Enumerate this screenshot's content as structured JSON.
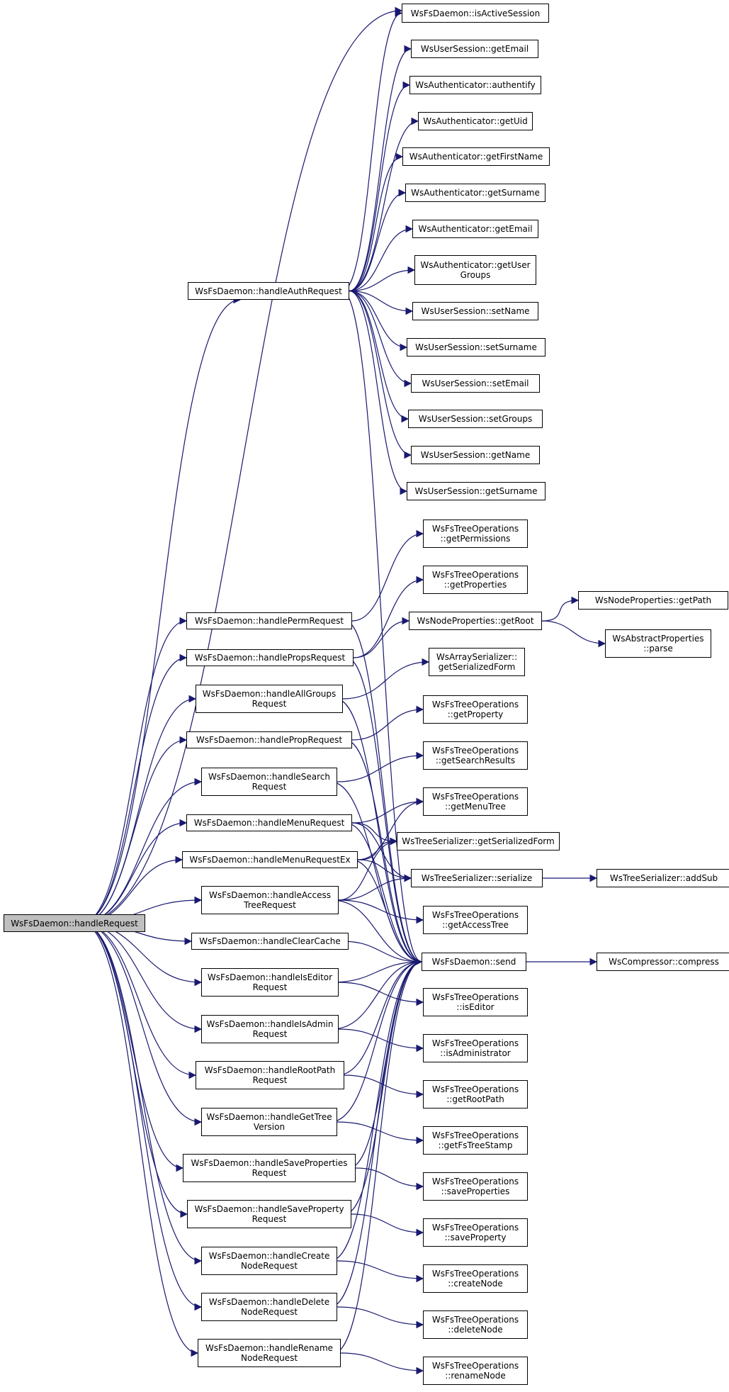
{
  "colors": {
    "edge": "#191970",
    "border": "#000000",
    "root_fill": "#bfbfbf",
    "node_fill": "#ffffff"
  },
  "nodes": [
    {
      "id": "root",
      "lines": [
        "WsFsDaemon::handleRequest"
      ],
      "root": true
    },
    {
      "id": "isActiveSession",
      "lines": [
        "WsFsDaemon::isActiveSession"
      ]
    },
    {
      "id": "usGetEmail",
      "lines": [
        "WsUserSession::getEmail"
      ]
    },
    {
      "id": "authenticate",
      "lines": [
        "WsAuthenticator::authentify"
      ]
    },
    {
      "id": "getUid",
      "lines": [
        "WsAuthenticator::getUid"
      ]
    },
    {
      "id": "getFirstName",
      "lines": [
        "WsAuthenticator::getFirstName"
      ]
    },
    {
      "id": "authGetSurname",
      "lines": [
        "WsAuthenticator::getSurname"
      ]
    },
    {
      "id": "authGetEmail",
      "lines": [
        "WsAuthenticator::getEmail"
      ]
    },
    {
      "id": "getUserGroups",
      "lines": [
        "WsAuthenticator::getUser",
        "Groups"
      ]
    },
    {
      "id": "setName",
      "lines": [
        "WsUserSession::setName"
      ]
    },
    {
      "id": "setSurname",
      "lines": [
        "WsUserSession::setSurname"
      ]
    },
    {
      "id": "setEmail",
      "lines": [
        "WsUserSession::setEmail"
      ]
    },
    {
      "id": "setGroups",
      "lines": [
        "WsUserSession::setGroups"
      ]
    },
    {
      "id": "usGetName",
      "lines": [
        "WsUserSession::getName"
      ]
    },
    {
      "id": "usGetSurname",
      "lines": [
        "WsUserSession::getSurname"
      ]
    },
    {
      "id": "handleAuth",
      "lines": [
        "WsFsDaemon::handleAuthRequest"
      ]
    },
    {
      "id": "getPermissions",
      "lines": [
        "WsFsTreeOperations",
        "::getPermissions"
      ]
    },
    {
      "id": "getProperties",
      "lines": [
        "WsFsTreeOperations",
        "::getProperties"
      ]
    },
    {
      "id": "getRoot",
      "lines": [
        "WsNodeProperties::getRoot"
      ]
    },
    {
      "id": "getPath",
      "lines": [
        "WsNodeProperties::getPath"
      ]
    },
    {
      "id": "parse",
      "lines": [
        "WsAbstractProperties",
        "::parse"
      ]
    },
    {
      "id": "arrSerialized",
      "lines": [
        "WsArraySerializer::",
        "getSerializedForm"
      ]
    },
    {
      "id": "getProperty",
      "lines": [
        "WsFsTreeOperations",
        "::getProperty"
      ]
    },
    {
      "id": "getSearchResults",
      "lines": [
        "WsFsTreeOperations",
        "::getSearchResults"
      ]
    },
    {
      "id": "getMenuTree",
      "lines": [
        "WsFsTreeOperations",
        "::getMenuTree"
      ]
    },
    {
      "id": "treeSerialized",
      "lines": [
        "WsTreeSerializer::getSerializedForm"
      ]
    },
    {
      "id": "serialize",
      "lines": [
        "WsTreeSerializer::serialize"
      ]
    },
    {
      "id": "addSub",
      "lines": [
        "WsTreeSerializer::addSub"
      ]
    },
    {
      "id": "getAccessTree",
      "lines": [
        "WsFsTreeOperations",
        "::getAccessTree"
      ]
    },
    {
      "id": "send",
      "lines": [
        "WsFsDaemon::send"
      ]
    },
    {
      "id": "compress",
      "lines": [
        "WsCompressor::compress"
      ]
    },
    {
      "id": "isEditor",
      "lines": [
        "WsFsTreeOperations",
        "::isEditor"
      ]
    },
    {
      "id": "isAdministrator",
      "lines": [
        "WsFsTreeOperations",
        "::isAdministrator"
      ]
    },
    {
      "id": "getRootPath",
      "lines": [
        "WsFsTreeOperations",
        "::getRootPath"
      ]
    },
    {
      "id": "getFsTreeStamp",
      "lines": [
        "WsFsTreeOperations",
        "::getFsTreeStamp"
      ]
    },
    {
      "id": "saveProperties",
      "lines": [
        "WsFsTreeOperations",
        "::saveProperties"
      ]
    },
    {
      "id": "saveProperty",
      "lines": [
        "WsFsTreeOperations",
        "::saveProperty"
      ]
    },
    {
      "id": "createNode",
      "lines": [
        "WsFsTreeOperations",
        "::createNode"
      ]
    },
    {
      "id": "deleteNode",
      "lines": [
        "WsFsTreeOperations",
        "::deleteNode"
      ]
    },
    {
      "id": "renameNode",
      "lines": [
        "WsFsTreeOperations",
        "::renameNode"
      ]
    },
    {
      "id": "handlePerm",
      "lines": [
        "WsFsDaemon::handlePermRequest"
      ]
    },
    {
      "id": "handleProps",
      "lines": [
        "WsFsDaemon::handlePropsRequest"
      ]
    },
    {
      "id": "handleAllGroups",
      "lines": [
        "WsFsDaemon::handleAllGroups",
        "Request"
      ]
    },
    {
      "id": "handleProp",
      "lines": [
        "WsFsDaemon::handlePropRequest"
      ]
    },
    {
      "id": "handleSearch",
      "lines": [
        "WsFsDaemon::handleSearch",
        "Request"
      ]
    },
    {
      "id": "handleMenu",
      "lines": [
        "WsFsDaemon::handleMenuRequest"
      ]
    },
    {
      "id": "handleMenuEx",
      "lines": [
        "WsFsDaemon::handleMenuRequestEx"
      ]
    },
    {
      "id": "handleAccessTree",
      "lines": [
        "WsFsDaemon::handleAccess",
        "TreeRequest"
      ]
    },
    {
      "id": "handleClearCache",
      "lines": [
        "WsFsDaemon::handleClearCache"
      ]
    },
    {
      "id": "handleIsEditor",
      "lines": [
        "WsFsDaemon::handleIsEditor",
        "Request"
      ]
    },
    {
      "id": "handleIsAdmin",
      "lines": [
        "WsFsDaemon::handleIsAdmin",
        "Request"
      ]
    },
    {
      "id": "handleRootPath",
      "lines": [
        "WsFsDaemon::handleRootPath",
        "Request"
      ]
    },
    {
      "id": "handleGetTreeVersion",
      "lines": [
        "WsFsDaemon::handleGetTree",
        "Version"
      ]
    },
    {
      "id": "handleSaveProperties",
      "lines": [
        "WsFsDaemon::handleSaveProperties",
        "Request"
      ]
    },
    {
      "id": "handleSaveProperty",
      "lines": [
        "WsFsDaemon::handleSaveProperty",
        "Request"
      ]
    },
    {
      "id": "handleCreateNode",
      "lines": [
        "WsFsDaemon::handleCreate",
        "NodeRequest"
      ]
    },
    {
      "id": "handleDeleteNode",
      "lines": [
        "WsFsDaemon::handleDelete",
        "NodeRequest"
      ]
    },
    {
      "id": "handleRenameNode",
      "lines": [
        "WsFsDaemon::handleRename",
        "NodeRequest"
      ]
    }
  ],
  "edges": [
    [
      "root",
      "isActiveSession"
    ],
    [
      "root",
      "handleAuth"
    ],
    [
      "root",
      "handlePerm"
    ],
    [
      "root",
      "handleProps"
    ],
    [
      "root",
      "handleAllGroups"
    ],
    [
      "root",
      "handleProp"
    ],
    [
      "root",
      "handleSearch"
    ],
    [
      "root",
      "handleMenu"
    ],
    [
      "root",
      "handleMenuEx"
    ],
    [
      "root",
      "handleAccessTree"
    ],
    [
      "root",
      "handleClearCache"
    ],
    [
      "root",
      "handleIsEditor"
    ],
    [
      "root",
      "handleIsAdmin"
    ],
    [
      "root",
      "handleRootPath"
    ],
    [
      "root",
      "handleGetTreeVersion"
    ],
    [
      "root",
      "handleSaveProperties"
    ],
    [
      "root",
      "handleSaveProperty"
    ],
    [
      "root",
      "handleCreateNode"
    ],
    [
      "root",
      "handleDeleteNode"
    ],
    [
      "root",
      "handleRenameNode"
    ],
    [
      "handleAuth",
      "isActiveSession"
    ],
    [
      "handleAuth",
      "usGetEmail"
    ],
    [
      "handleAuth",
      "authenticate"
    ],
    [
      "handleAuth",
      "getUid"
    ],
    [
      "handleAuth",
      "getFirstName"
    ],
    [
      "handleAuth",
      "authGetSurname"
    ],
    [
      "handleAuth",
      "authGetEmail"
    ],
    [
      "handleAuth",
      "getUserGroups"
    ],
    [
      "handleAuth",
      "setName"
    ],
    [
      "handleAuth",
      "setSurname"
    ],
    [
      "handleAuth",
      "setEmail"
    ],
    [
      "handleAuth",
      "setGroups"
    ],
    [
      "handleAuth",
      "usGetName"
    ],
    [
      "handleAuth",
      "usGetSurname"
    ],
    [
      "handleAuth",
      "send"
    ],
    [
      "handlePerm",
      "getPermissions"
    ],
    [
      "handlePerm",
      "send"
    ],
    [
      "handleProps",
      "getProperties"
    ],
    [
      "handleProps",
      "getRoot"
    ],
    [
      "handleProps",
      "send"
    ],
    [
      "getRoot",
      "getPath"
    ],
    [
      "getRoot",
      "parse"
    ],
    [
      "handleAllGroups",
      "arrSerialized"
    ],
    [
      "handleAllGroups",
      "send"
    ],
    [
      "handleProp",
      "getProperty"
    ],
    [
      "handleProp",
      "send"
    ],
    [
      "handleSearch",
      "getSearchResults"
    ],
    [
      "handleSearch",
      "send"
    ],
    [
      "handleMenu",
      "getMenuTree"
    ],
    [
      "handleMenu",
      "treeSerialized"
    ],
    [
      "handleMenu",
      "serialize"
    ],
    [
      "handleMenu",
      "send"
    ],
    [
      "handleMenuEx",
      "getMenuTree"
    ],
    [
      "handleMenuEx",
      "treeSerialized"
    ],
    [
      "handleMenuEx",
      "serialize"
    ],
    [
      "handleMenuEx",
      "send"
    ],
    [
      "handleAccessTree",
      "treeSerialized"
    ],
    [
      "handleAccessTree",
      "serialize"
    ],
    [
      "handleAccessTree",
      "getAccessTree"
    ],
    [
      "handleAccessTree",
      "send"
    ],
    [
      "serialize",
      "addSub"
    ],
    [
      "handleClearCache",
      "send"
    ],
    [
      "handleIsEditor",
      "send"
    ],
    [
      "handleIsEditor",
      "isEditor"
    ],
    [
      "handleIsAdmin",
      "send"
    ],
    [
      "handleIsAdmin",
      "isAdministrator"
    ],
    [
      "handleRootPath",
      "send"
    ],
    [
      "handleRootPath",
      "getRootPath"
    ],
    [
      "handleGetTreeVersion",
      "send"
    ],
    [
      "handleGetTreeVersion",
      "getFsTreeStamp"
    ],
    [
      "handleSaveProperties",
      "send"
    ],
    [
      "handleSaveProperties",
      "saveProperties"
    ],
    [
      "handleSaveProperty",
      "send"
    ],
    [
      "handleSaveProperty",
      "saveProperty"
    ],
    [
      "handleCreateNode",
      "send"
    ],
    [
      "handleCreateNode",
      "createNode"
    ],
    [
      "handleDeleteNode",
      "send"
    ],
    [
      "handleDeleteNode",
      "deleteNode"
    ],
    [
      "handleRenameNode",
      "send"
    ],
    [
      "handleRenameNode",
      "renameNode"
    ],
    [
      "send",
      "compress"
    ]
  ]
}
